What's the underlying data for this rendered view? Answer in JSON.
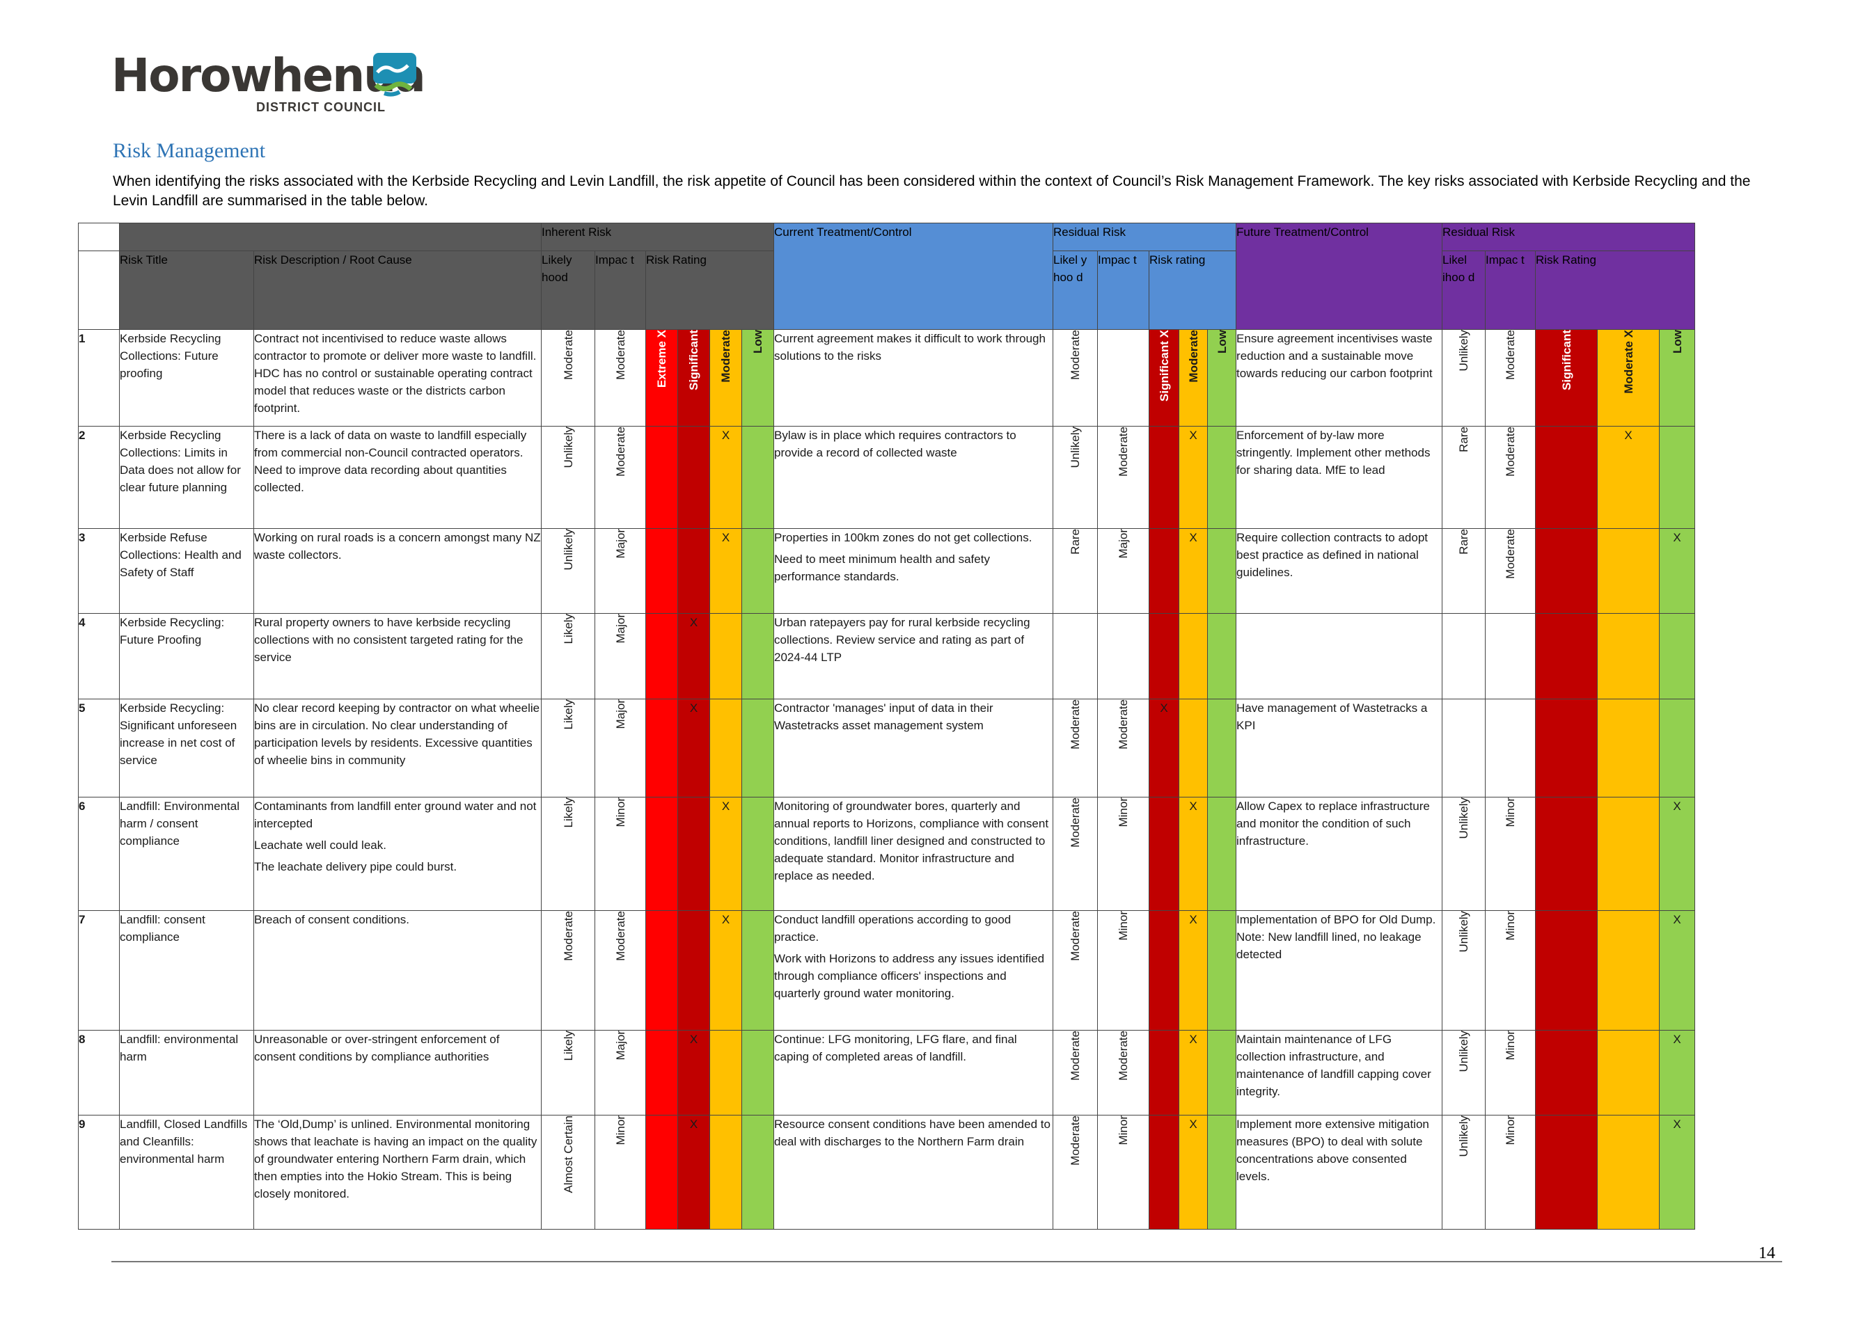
{
  "logo": {
    "name": "Horowhenua",
    "subtitle": "DISTRICT COUNCIL"
  },
  "section": {
    "title": "Risk Management",
    "intro": "When identifying the risks associated with the Kerbside Recycling and Levin Landfill, the risk appetite of Council has been considered within the context of Council’s Risk Management Framework. The key risks associated with Kerbside Recycling and the Levin Landfill are summarised in the table below."
  },
  "headers": {
    "inherent_risk": "Inherent Risk",
    "residual_risk": "Residual Risk",
    "residual_risk2": "Residual Risk",
    "risk_title": "Risk Title",
    "risk_description": "Risk Description / Root Cause",
    "inh_likelihood": "Likely hood",
    "inh_impact": "Impac t",
    "inh_rating": "Risk Rating",
    "current_treatment": "Current Treatment/Control",
    "res_likelihood": "Likel y hoo d",
    "res_impact": "Impac t",
    "res_rating": "Risk rating",
    "future_treatment": "Future Treatment/Control",
    "res2_likelihood": "Likel ihoo d",
    "res2_impact": "Impac t",
    "res2_rating": "Risk Rating"
  },
  "rating_labels": {
    "inherent": [
      "Extreme X",
      "Significant",
      "Moderate",
      "Low"
    ],
    "residual": [
      "Significant X",
      "Moderate",
      "Low"
    ],
    "residual2": [
      "Significant",
      "Moderate X",
      "Low"
    ]
  },
  "colors": {
    "extreme": "#ff0000",
    "significant": "#c00000",
    "moderate": "#ffc000",
    "low": "#92d050",
    "header_grey": "#595959",
    "header_blue": "#558ed5",
    "header_purple": "#7030a0",
    "title_blue": "#2e74b5"
  },
  "rows": [
    {
      "num": "1",
      "title": "Kerbside Recycling Collections: Future proofing",
      "description": [
        "Contract not incentivised to reduce waste allows contractor to promote or deliver more waste to landfill. HDC has no control or sustainable operating contract model that reduces waste or the districts carbon footprint."
      ],
      "inh_likelihood": "Moderate",
      "inh_impact": "Moderate",
      "current": [
        "Current agreement makes it difficult to work through solutions to the risks"
      ],
      "res_likelihood": "Moderate",
      "res_impact": "",
      "future": [
        "Ensure agreement incentivises waste reduction and a sustainable move towards reducing our carbon footprint"
      ],
      "res2_likelihood": "Unlikely",
      "res2_impact": "Moderate"
    },
    {
      "num": "2",
      "title": "Kerbside Recycling Collections: Limits in Data does not allow for clear future planning",
      "description": [
        "There is a lack of data on waste to landfill especially from commercial non-Council contracted operators. Need to improve data recording about quantities collected."
      ],
      "inh_likelihood": "Unlikely",
      "inh_impact": "Moderate",
      "inh_marks": [
        "",
        "",
        "X",
        ""
      ],
      "current": [
        "Bylaw is in place which requires contractors to provide a record of collected waste"
      ],
      "res_likelihood": "Unlikely",
      "res_impact": "Moderate",
      "res_marks": [
        "",
        "X",
        ""
      ],
      "future": [
        "Enforcement of by-law more stringently. Implement other methods for sharing data. MfE to lead"
      ],
      "res2_likelihood": "Rare",
      "res2_impact": "Moderate",
      "res2_marks": [
        "",
        "X",
        ""
      ]
    },
    {
      "num": "3",
      "title": "Kerbside Refuse Collections: Health and Safety of Staff",
      "description": [
        "Working on rural roads is a concern amongst many NZ waste collectors."
      ],
      "inh_likelihood": "Unlikely",
      "inh_impact": "Major",
      "inh_marks": [
        "",
        "",
        "X",
        ""
      ],
      "current": [
        "Properties in 100km zones do not get collections.",
        "Need to meet minimum health and safety performance standards."
      ],
      "res_likelihood": "Rare",
      "res_impact": "Major",
      "res_marks": [
        "",
        "X",
        ""
      ],
      "future": [
        "Require collection contracts to adopt best practice as defined in national guidelines."
      ],
      "res2_likelihood": "Rare",
      "res2_impact": "Moderate",
      "res2_marks": [
        "",
        "",
        "X"
      ]
    },
    {
      "num": "4",
      "title": "Kerbside Recycling: Future Proofing",
      "description": [
        "Rural property owners to have kerbside recycling collections with no consistent targeted rating for the service"
      ],
      "inh_likelihood": "Likely",
      "inh_impact": "Major",
      "inh_marks": [
        "",
        "X",
        "",
        ""
      ],
      "current": [
        "Urban ratepayers pay for rural kerbside recycling collections. Review service and rating as part of 2024-44 LTP"
      ],
      "res_likelihood": "",
      "res_impact": "",
      "res_marks": [
        "",
        "",
        ""
      ],
      "future": [],
      "res2_likelihood": "",
      "res2_impact": "",
      "res2_marks": [
        "",
        "",
        ""
      ]
    },
    {
      "num": "5",
      "title": "Kerbside Recycling: Significant unforeseen increase in net cost of service",
      "description": [
        "No clear record keeping by contractor on what wheelie bins are in circulation. No clear understanding of participation levels by residents. Excessive quantities of wheelie bins in community"
      ],
      "inh_likelihood": "Likely",
      "inh_impact": "Major",
      "inh_marks": [
        "",
        "X",
        "",
        ""
      ],
      "current": [
        "Contractor 'manages' input of data in their Wastetracks asset management system"
      ],
      "res_likelihood": "Moderate",
      "res_impact": "Moderate",
      "res_marks": [
        "X",
        "",
        ""
      ],
      "future": [
        "Have management of Wastetracks a KPI"
      ],
      "res2_likelihood": "",
      "res2_impact": "",
      "res2_marks": [
        "",
        "",
        ""
      ]
    },
    {
      "num": "6",
      "title": "Landfill: Environmental harm / consent compliance",
      "description": [
        "Contaminants from landfill enter ground water and not intercepted",
        "Leachate  well could leak.",
        "The leachate delivery pipe could burst."
      ],
      "inh_likelihood": "Likely",
      "inh_impact": "Minor",
      "inh_marks": [
        "",
        "",
        "X",
        ""
      ],
      "current": [
        "Monitoring of groundwater bores, quarterly and annual reports to Horizons, compliance with consent conditions, landfill liner designed and constructed to adequate standard. Monitor infrastructure and replace as needed."
      ],
      "res_likelihood": "Moderate",
      "res_impact": "Minor",
      "res_marks": [
        "",
        "X",
        ""
      ],
      "future": [
        "Allow Capex to replace infrastructure and monitor the condition of such infrastructure."
      ],
      "res2_likelihood": "Unlikely",
      "res2_impact": "Minor",
      "res2_marks": [
        "",
        "",
        "X"
      ]
    },
    {
      "num": "7",
      "title": "Landfill: consent compliance",
      "description": [
        "Breach of consent conditions."
      ],
      "inh_likelihood": "Moderate",
      "inh_impact": "Moderate",
      "inh_marks": [
        "",
        "",
        "X",
        ""
      ],
      "current": [
        "Conduct landfill operations according to good practice.",
        "Work with Horizons to address any issues identified through compliance officers' inspections and quarterly ground water monitoring."
      ],
      "res_likelihood": "Moderate",
      "res_impact": "Minor",
      "res_marks": [
        "",
        "X",
        ""
      ],
      "future": [
        "Implementation of BPO for Old Dump. Note: New landfill lined, no leakage detected"
      ],
      "res2_likelihood": "Unlikely",
      "res2_impact": "Minor",
      "res2_marks": [
        "",
        "",
        "X"
      ]
    },
    {
      "num": "8",
      "title": "Landfill: environmental harm",
      "description": [
        "Unreasonable or over-stringent enforcement of consent conditions by compliance authorities"
      ],
      "inh_likelihood": "Likely",
      "inh_impact": "Major",
      "inh_marks": [
        "",
        "X",
        "",
        ""
      ],
      "current": [
        "Continue: LFG monitoring, LFG flare, and final caping  of completed areas of landfill."
      ],
      "res_likelihood": "Moderate",
      "res_impact": "Moderate",
      "res_marks": [
        "",
        "X",
        ""
      ],
      "future": [
        "Maintain maintenance of LFG collection infrastructure, and maintenance of landfill capping cover integrity."
      ],
      "res2_likelihood": "Unlikely",
      "res2_impact": "Minor",
      "res2_marks": [
        "",
        "",
        "X"
      ]
    },
    {
      "num": "9",
      "title": "Landfill, Closed Landfills and Cleanfills: environmental harm",
      "description": [
        "The ‘Old,Dump’  is unlined. Environmental monitoring shows that leachate is having an impact on the quality of groundwater entering Northern Farm drain, which then empties into the Hokio Stream. This is being closely monitored."
      ],
      "inh_likelihood": "Almost Certain",
      "inh_impact": "Minor",
      "inh_marks": [
        "",
        "X",
        "",
        ""
      ],
      "current": [
        "Resource consent conditions have been amended to deal with discharges to the Northern Farm drain"
      ],
      "res_likelihood": "Moderate",
      "res_impact": "Minor",
      "res_marks": [
        "",
        "X",
        ""
      ],
      "future": [
        "Implement more extensive mitigation measures (BPO) to deal with solute concentrations above consented levels."
      ],
      "res2_likelihood": "Unlikely",
      "res2_impact": "Minor",
      "res2_marks": [
        "",
        "",
        "X"
      ]
    }
  ],
  "page_number": "14"
}
